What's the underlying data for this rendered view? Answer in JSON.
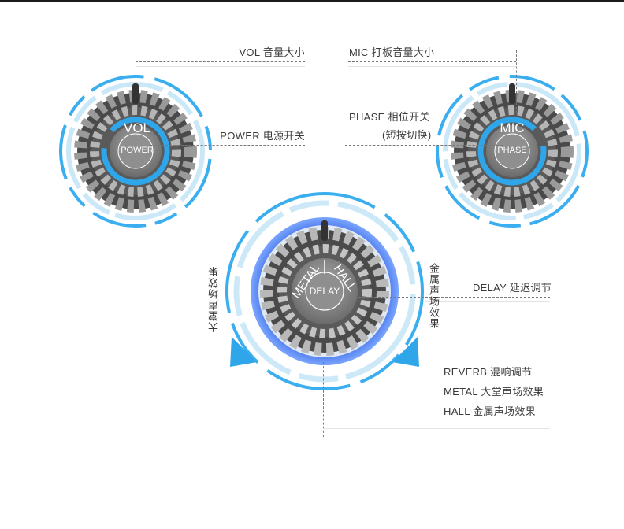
{
  "labels": {
    "vol": "VOL 音量大小",
    "mic": "MIC 打板音量大小",
    "power": "POWER 电源开关",
    "phase_line1": "PHASE 相位开关",
    "phase_line2": "(短按切换)",
    "delay": "DELAY 延迟调节",
    "reverb": "REVERB 混响调节",
    "metal": "METAL 大堂声场效果",
    "hall": "HALL 金属声场效果",
    "left_vertical": "大堂声场效果",
    "right_vertical": "金属声场效果"
  },
  "knobs": {
    "vol_text": "VOL",
    "power_text": "POWER",
    "mic_text": "MIC",
    "phase_text": "PHASE",
    "metal_text": "METAL",
    "hall_text": "HALL",
    "delay_text": "DELAY"
  },
  "colors": {
    "accent_blue": "#2fa6ea",
    "light_blue": "#a9dcf6",
    "knob_gray": "#8a8a8a",
    "knob_dark": "#3b3b3b"
  }
}
